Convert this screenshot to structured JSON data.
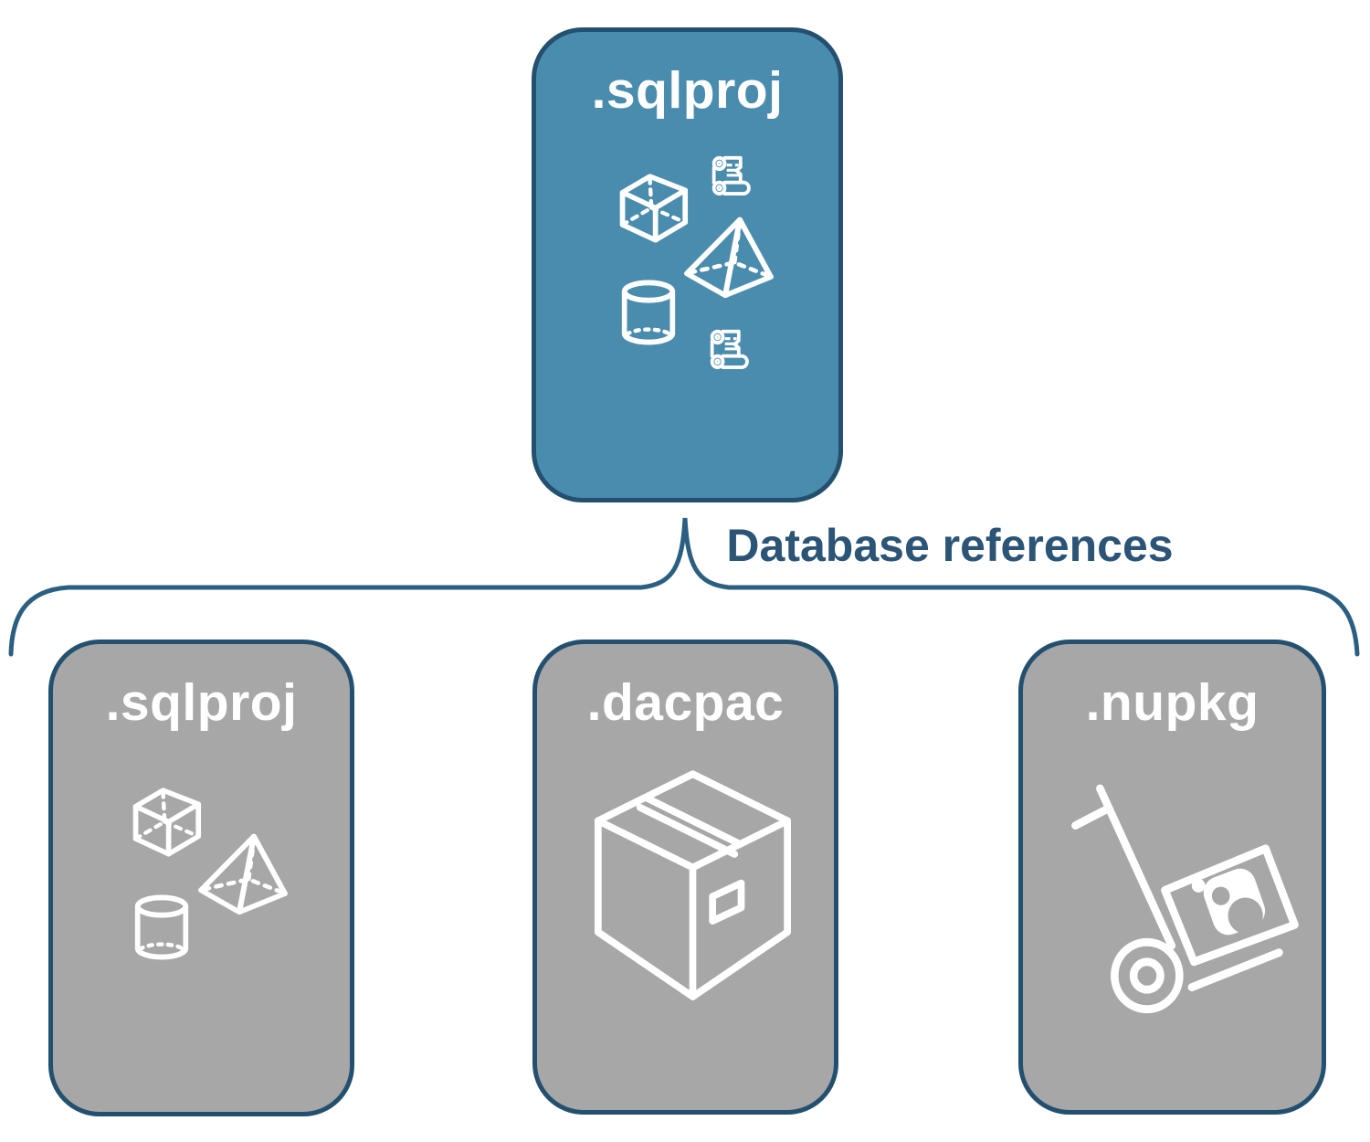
{
  "connector": {
    "label": "Database references"
  },
  "nodes": {
    "top": {
      "label": ".sqlproj",
      "icons": [
        "sql-script-icon",
        "cube-icon",
        "pyramid-icon",
        "database-cylinder-icon",
        "sql-script-icon"
      ]
    },
    "bottom": [
      {
        "label": ".sqlproj",
        "icons": [
          "cube-icon",
          "pyramid-icon",
          "database-cylinder-icon"
        ]
      },
      {
        "label": ".dacpac",
        "icons": [
          "package-box-icon"
        ]
      },
      {
        "label": ".nupkg",
        "icons": [
          "hand-truck-package-icon"
        ]
      }
    ]
  },
  "colors": {
    "primary_fill": "#4A8CAD",
    "secondary_fill": "#A7A7A7",
    "border": "#24506F",
    "line": "#2B5F82",
    "label_text": "#2B5476",
    "icon_stroke": "#FFFFFF",
    "title_text": "#FFFFFF",
    "background": "#FFFFFF"
  }
}
